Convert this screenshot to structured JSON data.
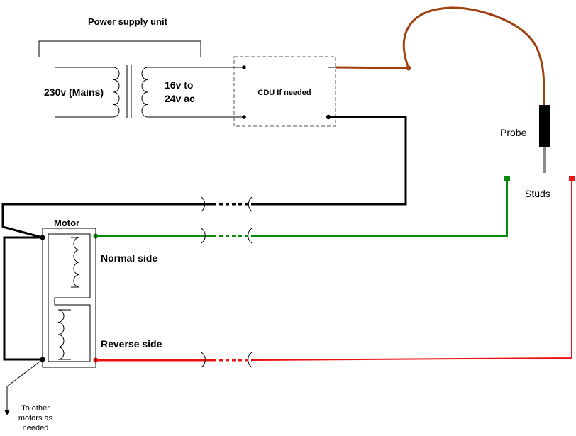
{
  "labels": {
    "power_supply_unit": "Power supply unit",
    "mains": "230v (Mains)",
    "secondary_line1": "16v to",
    "secondary_line2": "24v ac",
    "cdu": "CDU If needed",
    "probe": "Probe",
    "studs": "Studs",
    "motor": "Motor",
    "normal_side": "Normal side",
    "reverse_side": "Reverse side",
    "other_motors_line1": "To other",
    "other_motors_line2": "motors as",
    "other_motors_line3": "needed"
  },
  "colors": {
    "brown_wire": "#a0400f",
    "black_wire": "#000000",
    "green_wire": "#0a8a0a",
    "red_wire": "#ee1111",
    "probe_tip": "#8a8a8a"
  }
}
